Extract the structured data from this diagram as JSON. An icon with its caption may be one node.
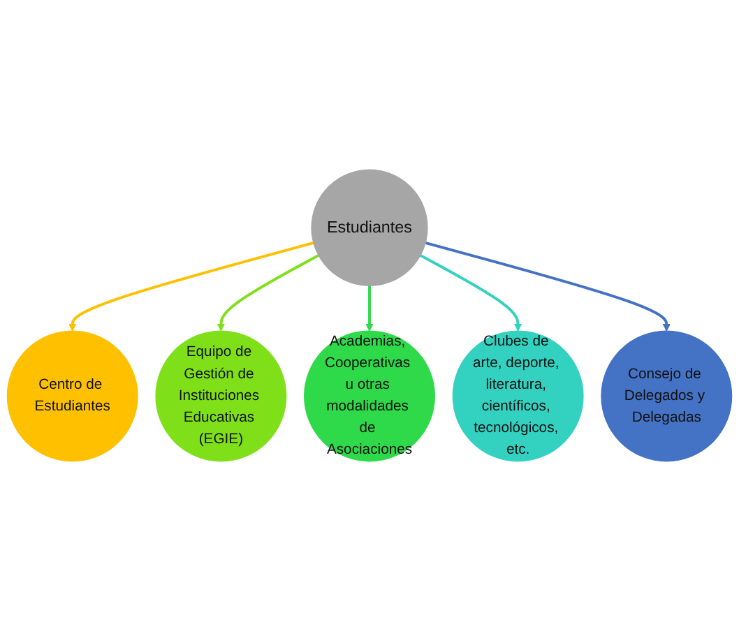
{
  "diagram": {
    "nodes": [
      {
        "text": [
          "Estudiantes"
        ]
      },
      {
        "text": [
          "Centro de Estudiantes"
        ]
      },
      {
        "text": [
          "Equipo de Gestión de Instituciones Educativas (EGIE)"
        ]
      },
      {
        "text": [
          "Academias, Cooperativas u otras modalidades de Asociaciones"
        ]
      },
      {
        "text": [
          "Clubes de arte, deporte, literatura, científicos, tecnológicos, etc."
        ]
      },
      {
        "text": [
          "Consejo de Delegados y Delegadas"
        ]
      }
    ],
    "edges": [
      {
        "from": 0,
        "to": 1,
        "arrow": "to",
        "color": "#ffc000"
      },
      {
        "from": 0,
        "to": 2,
        "arrow": "to",
        "color": "#7fe01a"
      },
      {
        "from": 0,
        "to": 3,
        "arrow": "to",
        "color": "#2ed94a"
      },
      {
        "from": 0,
        "to": 4,
        "arrow": "to",
        "color": "#33d1c0"
      },
      {
        "from": 0,
        "to": 5,
        "arrow": "to",
        "color": "#4472c4"
      }
    ]
  }
}
